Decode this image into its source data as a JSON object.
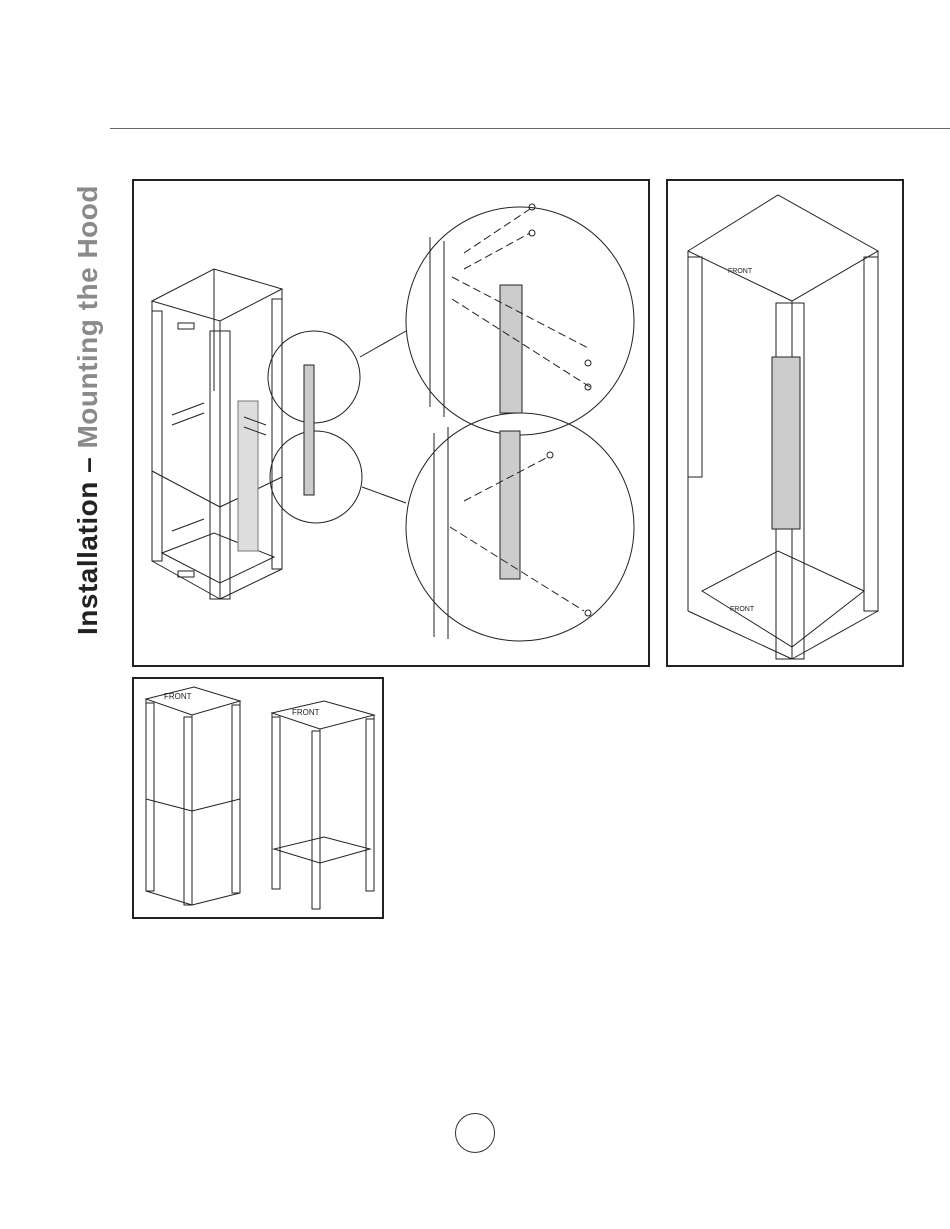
{
  "header": {
    "title_dark": "Installation –",
    "title_light": "Mounting the Hood"
  },
  "figures": {
    "front_label": "FRONT"
  },
  "footer": {
    "page_number": ""
  }
}
